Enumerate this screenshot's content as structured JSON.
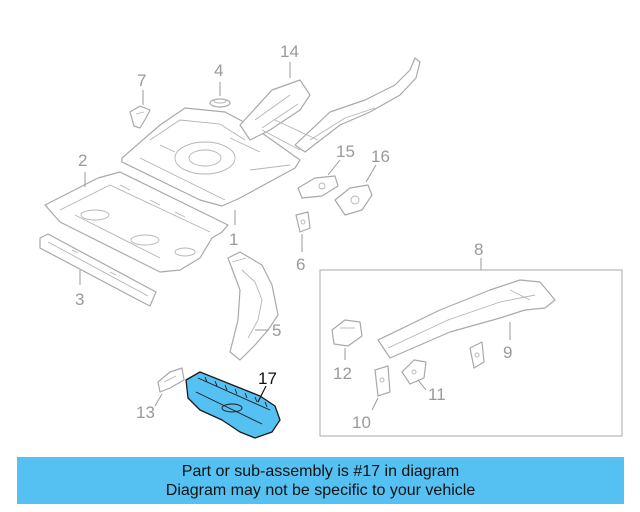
{
  "diagram": {
    "highlight_color": "#55c1f3",
    "callouts": [
      "1",
      "2",
      "3",
      "4",
      "5",
      "6",
      "7",
      "8",
      "9",
      "10",
      "11",
      "12",
      "13",
      "14",
      "15",
      "16",
      "17"
    ],
    "highlighted_part": "17"
  },
  "caption": {
    "line1": "Part or sub-assembly is #17 in diagram",
    "line2": "Diagram may not be specific to your vehicle",
    "background": "#55c1f3"
  }
}
